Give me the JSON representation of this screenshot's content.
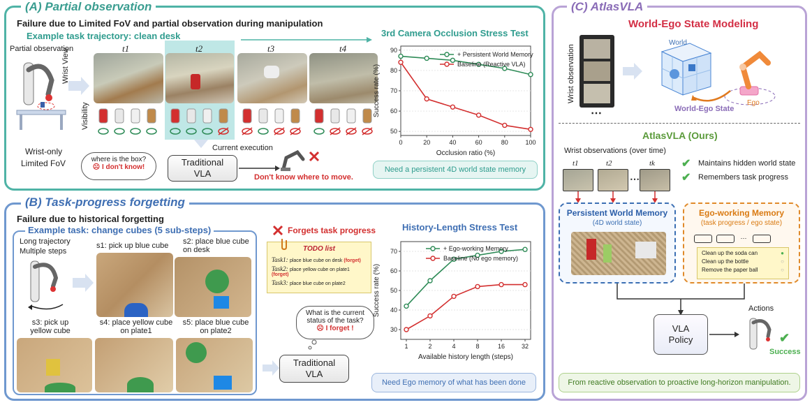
{
  "panelA": {
    "title": "(A) Partial observation",
    "headline": "Failure due to Limited FoV and partial observation during manipulation",
    "example": "Example task trajectory: clean desk",
    "partial_obs": "Partial observation",
    "robot_caption_1": "Wrist-only",
    "robot_caption_2": "Limited FoV",
    "wrist_view": "Wrist View",
    "visibility": "Visibility",
    "times": [
      "t1",
      "t2",
      "t3",
      "t4"
    ],
    "current_execution": "Current execution",
    "question": "where is the box?",
    "dont_know": "I don't know!",
    "vla_label_1": "Traditional",
    "vla_label_2": "VLA",
    "dont_know_move": "Don't know where to move.",
    "chart_title": "3rd Camera Occlusion Stress Test",
    "chart_note": "Need a persistent 4D world state memory"
  },
  "panelB": {
    "title": "(B) Task-progress forgetting",
    "headline": "Failure due to historical forgetting",
    "example": "Example task: change cubes (5 sub-steps)",
    "long_traj_1": "Long trajectory",
    "long_traj_2": "Multiple steps",
    "s1": "s1: pick up blue cube",
    "s2": "s2: place blue cube on desk",
    "s3": "s3: pick up yellow cube",
    "s4": "s4: place yellow cube on plate1",
    "s5": "s5: place blue cube on plate2",
    "forgets": "Forgets task progress",
    "todo_title": "TODO list",
    "todo": [
      {
        "task": "Task1:",
        "text": "place blue cube on desk",
        "flag": "(forget)"
      },
      {
        "task": "Task2:",
        "text": "place yellow cube on plate1",
        "flag": "(forget)"
      },
      {
        "task": "Task3:",
        "text": "place blue cube on plate2",
        "flag": ""
      }
    ],
    "question": "What is the current status of the task?",
    "forget": "I forget !",
    "vla_label_1": "Traditional",
    "vla_label_2": "VLA",
    "chart_title": "History-Length Stress Test",
    "chart_note": "Need Ego memory of what has been done"
  },
  "panelC": {
    "title": "(C) AtlasVLA",
    "state_title": "World-Ego State Modeling",
    "wrist_observation": "Wrist observation",
    "world": "World",
    "ego": "Ego",
    "world_ego_state": "World-Ego State",
    "ours": "AtlasVLA (Ours)",
    "wrist_obs_time": "Wrist observations  (over time)",
    "frames": [
      "t1",
      "t2",
      "tk"
    ],
    "check1": "Maintains hidden world state",
    "check2": "Remembers task progress",
    "pwm_title": "Persistent World Memory",
    "pwm_sub": "(4D world state)",
    "ewm_title": "Ego-working Memory",
    "ewm_sub": "(task progress / ego state)",
    "ewm_items": [
      "Clean up the soda can",
      "Clean up the bottle",
      "Remove the paper ball"
    ],
    "policy_1": "VLA",
    "policy_2": "Policy",
    "actions": "Actions",
    "success": "Success",
    "footer": "From reactive observation to proactive long-horizon manipulation."
  },
  "colors": {
    "teal": "#4fb3a6",
    "blue": "#5b86c5",
    "purple": "#b9a3d6",
    "green": "#2e8b57",
    "red": "#d32f2f"
  },
  "chart_data": [
    {
      "type": "line",
      "title": "3rd Camera Occlusion Stress Test",
      "xlabel": "Occlusion ratio (%)",
      "ylabel": "Success rate (%)",
      "x": [
        0,
        20,
        40,
        60,
        80,
        100
      ],
      "xlim": [
        0,
        100
      ],
      "ylim": [
        48,
        92
      ],
      "yticks": [
        50,
        60,
        70,
        80,
        90
      ],
      "legend": "top-right",
      "series": [
        {
          "name": "+ Persistent World Memory",
          "color": "#2e8b57",
          "values": [
            87,
            86,
            85,
            83,
            81,
            78
          ]
        },
        {
          "name": "Baseline (Reactive VLA)",
          "color": "#d32f2f",
          "values": [
            84,
            66,
            62,
            58,
            53,
            51
          ]
        }
      ]
    },
    {
      "type": "line",
      "title": "History-Length Stress Test",
      "xlabel": "Available history length (steps)",
      "ylabel": "Success rate (%)",
      "categories": [
        "1",
        "2",
        "4",
        "8",
        "16",
        "32"
      ],
      "ylim": [
        25,
        75
      ],
      "yticks": [
        30,
        40,
        50,
        60,
        70
      ],
      "legend": "top",
      "series": [
        {
          "name": "+ Ego-working Memory",
          "color": "#2e8b57",
          "values": [
            42,
            55,
            66,
            68,
            70,
            71
          ]
        },
        {
          "name": "Baseline (No ego memory)",
          "color": "#d32f2f",
          "values": [
            30,
            37,
            47,
            52,
            53,
            53
          ]
        }
      ]
    }
  ]
}
